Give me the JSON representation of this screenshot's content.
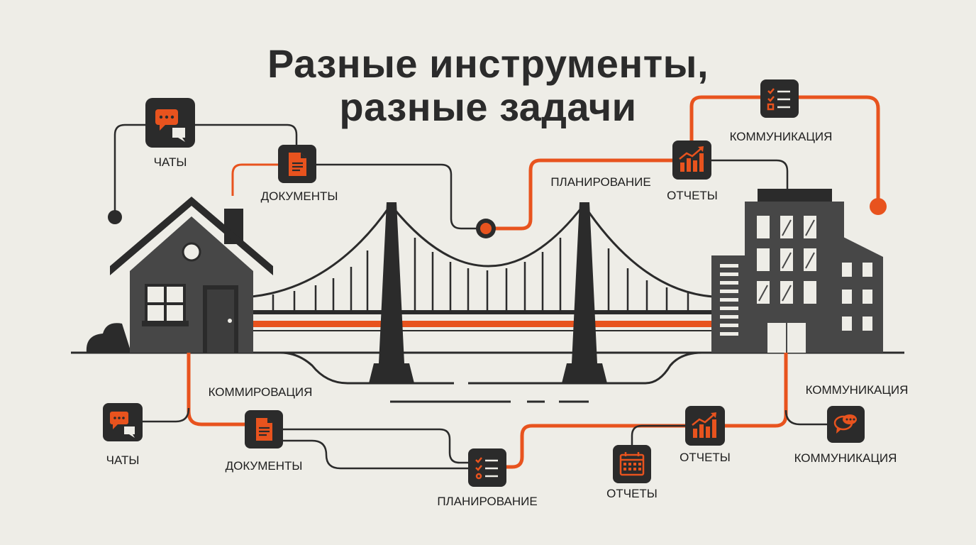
{
  "title": {
    "line1": "Разные инструменты,",
    "line2": "разные задачи"
  },
  "labels": {
    "chats_top": "ЧАТЫ",
    "documents_top": "ДОКУМЕНТЫ",
    "planning_top": "ПЛАНИРОВАНИЕ",
    "reports_top": "ОТЧЕТЫ",
    "communication_top": "КОММУНИКАЦИЯ",
    "commirovation": "КОММИРОВАЦИЯ",
    "chats_bottom": "ЧАТЫ",
    "documents_bottom": "ДОКУМЕНТЫ",
    "planning_bottom": "ПЛАНИРОВАНИЕ",
    "reports_calendar": "ОТЧЕТЫ",
    "reports_bottom": "ОТЧЕТЫ",
    "communication_bottom_top": "КОММУНИКАЦИЯ",
    "communication_bottom": "КОММУНИКАЦИЯ"
  },
  "colors": {
    "accent": "#e8531e",
    "dark": "#2b2b2b",
    "building": "#474747",
    "background": "#eeede7"
  },
  "icons": [
    "chat-icon",
    "document-icon",
    "checklist-icon",
    "bar-chart-icon",
    "calendar-icon",
    "house-icon",
    "bridge-icon",
    "office-building-icon"
  ]
}
